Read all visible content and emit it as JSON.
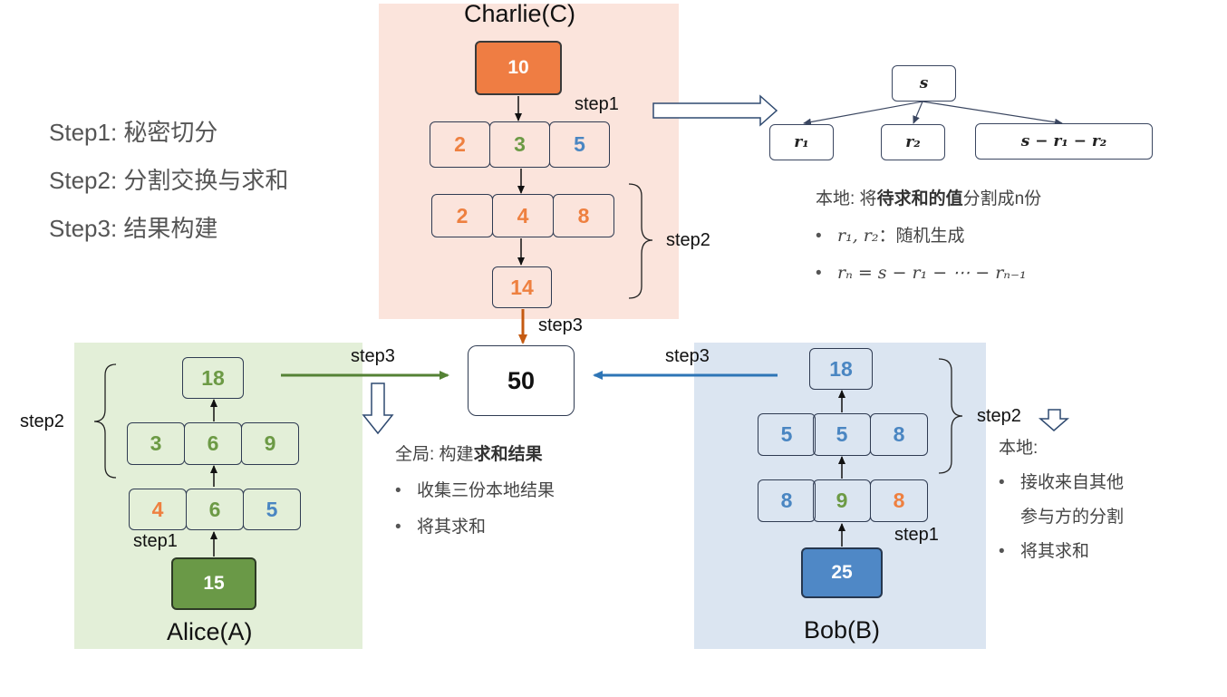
{
  "steps": {
    "items": [
      "Step1: 秘密切分",
      "Step2: 分割交换与求和",
      "Step3: 结果构建"
    ]
  },
  "charlie": {
    "name": "Charlie(C)",
    "secret": "10",
    "shares": [
      "2",
      "3",
      "5"
    ],
    "received": [
      "2",
      "4",
      "8"
    ],
    "sum": "14",
    "step1_label": "step1",
    "step2_label": "step2",
    "step3_label": "step3"
  },
  "alice": {
    "name": "Alice(A)",
    "secret": "15",
    "shares": [
      "4",
      "6",
      "5"
    ],
    "received": [
      "3",
      "6",
      "9"
    ],
    "sum": "18",
    "step1_label": "step1",
    "step2_label": "step2",
    "step3_label": "step3"
  },
  "bob": {
    "name": "Bob(B)",
    "secret": "25",
    "shares": [
      "8",
      "9",
      "8"
    ],
    "received": [
      "5",
      "5",
      "8"
    ],
    "sum": "18",
    "step1_label": "step1",
    "step2_label": "step2",
    "step3_label": "step3"
  },
  "result": {
    "value": "50"
  },
  "split_tree": {
    "root": "s",
    "leaves": [
      "r₁",
      "r₂",
      "s − r₁ − r₂"
    ]
  },
  "local_note": {
    "prefix": "本地: 将",
    "bold": "待求和的值",
    "suffix": "分割成n份",
    "bullet1_math": "r₁, r₂",
    "bullet1_text": "：随机生成",
    "bullet2_math": "rₙ = s − r₁ − ⋯ − rₙ₋₁"
  },
  "global_note": {
    "prefix": "全局: 构建",
    "bold": "求和结果",
    "bullet1": "收集三份本地结果",
    "bullet2": "将其求和"
  },
  "bob_note": {
    "title": "本地:",
    "bullet1_line1": "接收来自其他",
    "bullet1_line2": "参与方的分割",
    "bullet2": "将其求和"
  },
  "colors": {
    "charlie": "#ef7d43",
    "alice": "#6a9947",
    "bob": "#4f88c6"
  }
}
